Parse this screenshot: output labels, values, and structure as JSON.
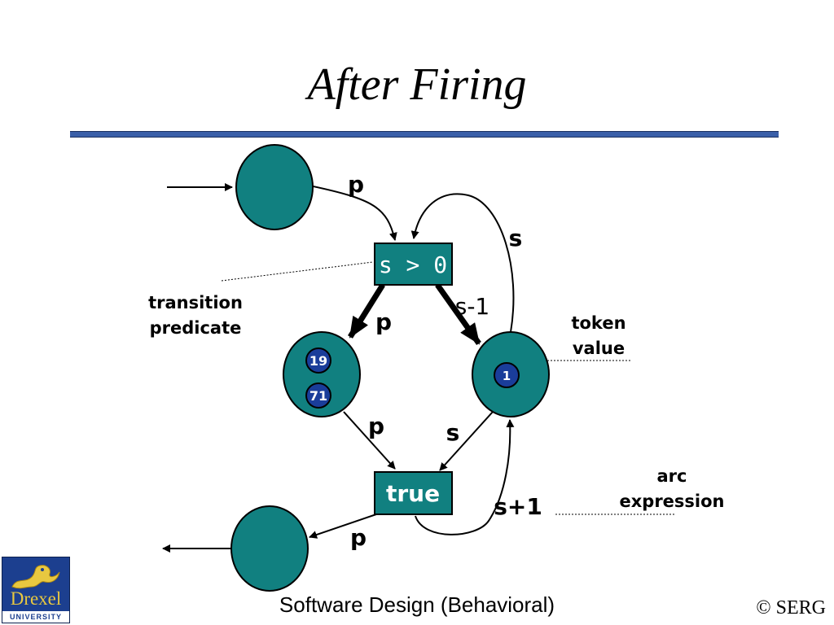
{
  "title": "After Firing",
  "labels": {
    "arc_in_top": "p",
    "arc_loop_top": "s",
    "arc_left": "p",
    "arc_right": "s-1",
    "arc_left_down": "p",
    "arc_right_down": "s",
    "arc_return": "s+1",
    "arc_out": "p",
    "transition_predicate_1": "transition",
    "transition_predicate_2": "predicate",
    "token_value_1": "token",
    "token_value_2": "value",
    "arc_expression_1": "arc",
    "arc_expression_2": "expression"
  },
  "transitions": {
    "top": "s > 0",
    "bottom": "true"
  },
  "tokens": {
    "left_1": "19",
    "left_2": "71",
    "right_1": "1"
  },
  "colors": {
    "place": "#118080",
    "token": "#1a3d9a",
    "rule": "#3a5fa8"
  },
  "footer": {
    "course": "Software Design (Behavioral)",
    "copyright": "© SERG"
  },
  "logo": {
    "name": "Drexel",
    "sub": "UNIVERSITY"
  }
}
